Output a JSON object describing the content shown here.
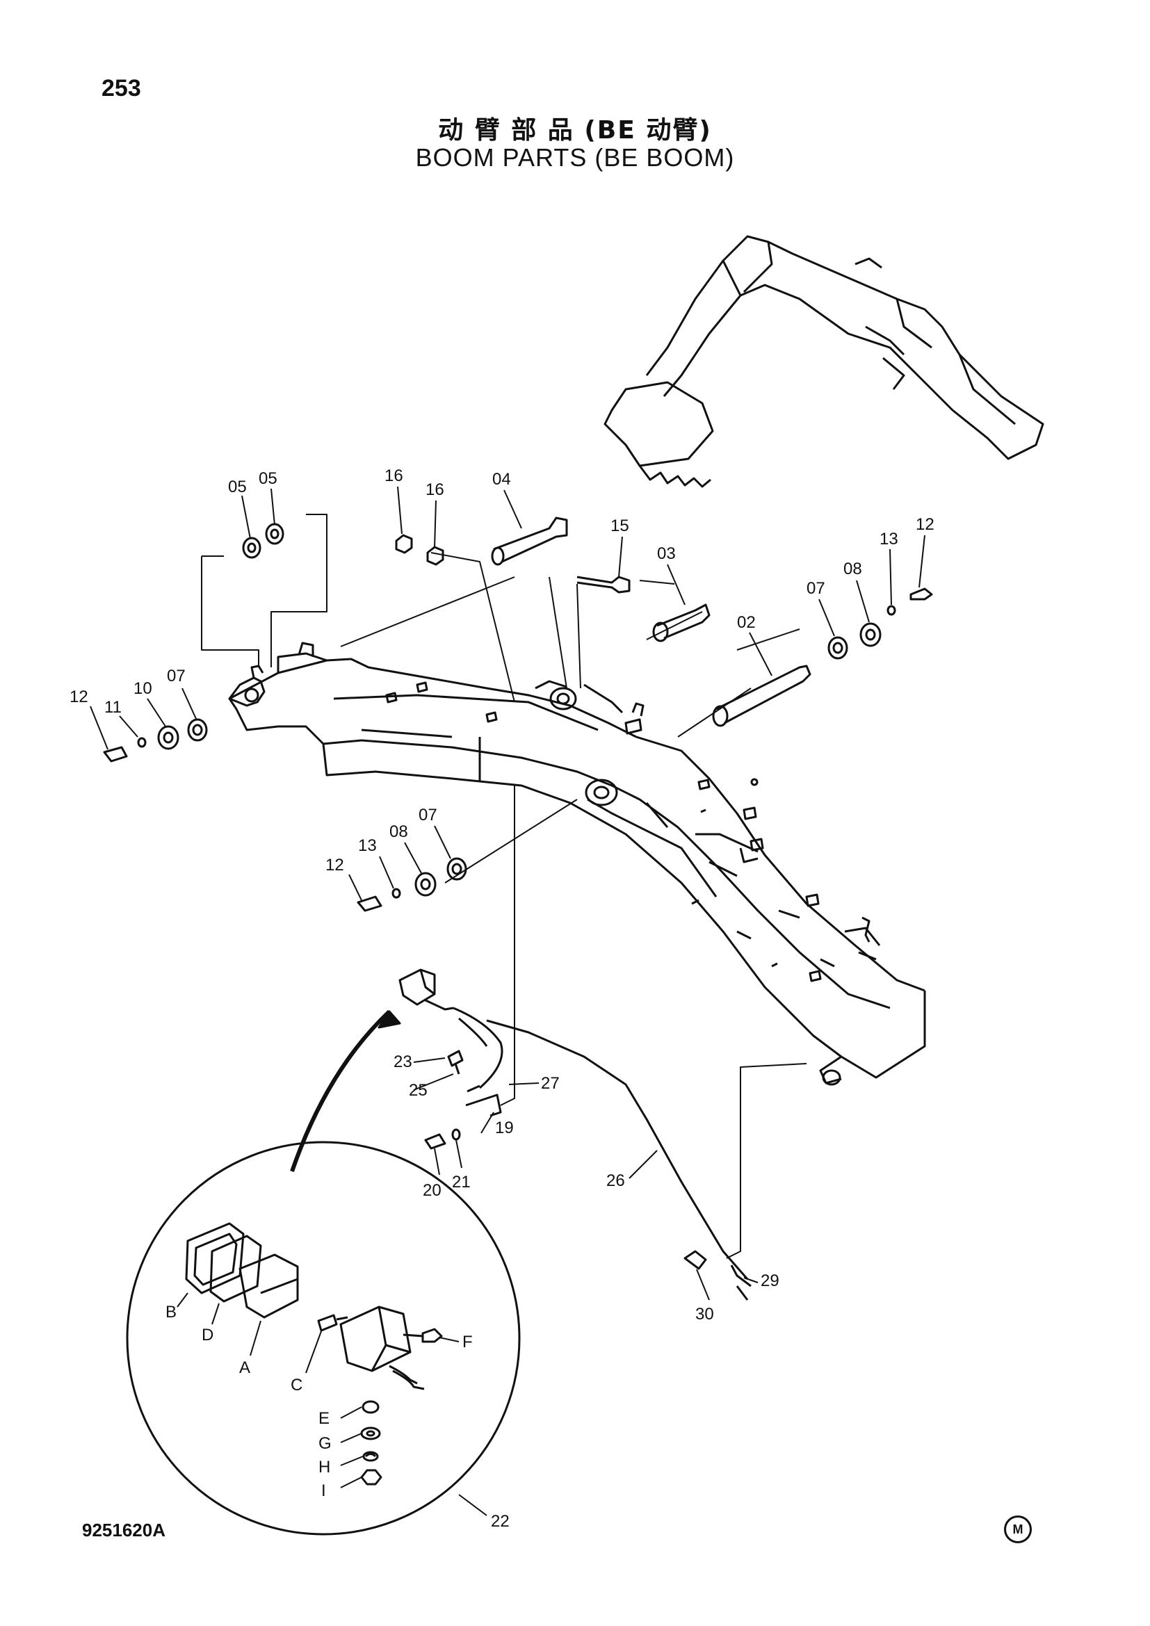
{
  "page_number": "253",
  "title_cn": "动 臂 部 品 (BE 动臂)",
  "title_en": "BOOM  PARTS  (BE BOOM)",
  "drawing_number": "9251620A",
  "corner_mark": "M",
  "callouts": {
    "c02": "02",
    "c03": "03",
    "c04": "04",
    "c05a": "05",
    "c05b": "05",
    "c07a": "07",
    "c07b": "07",
    "c07c": "07",
    "c08a": "08",
    "c08b": "08",
    "c10": "10",
    "c11": "11",
    "c12a": "12",
    "c12b": "12",
    "c12c": "12",
    "c13a": "13",
    "c13b": "13",
    "c15": "15",
    "c16a": "16",
    "c16b": "16",
    "c19": "19",
    "c20": "20",
    "c21": "21",
    "c22": "22",
    "c23": "23",
    "c25": "25",
    "c26": "26",
    "c27": "27",
    "c29": "29",
    "c30": "30",
    "cA": "A",
    "cB": "B",
    "cC": "C",
    "cD": "D",
    "cE": "E",
    "cF": "F",
    "cG": "G",
    "cH": "H",
    "cI": "I"
  }
}
